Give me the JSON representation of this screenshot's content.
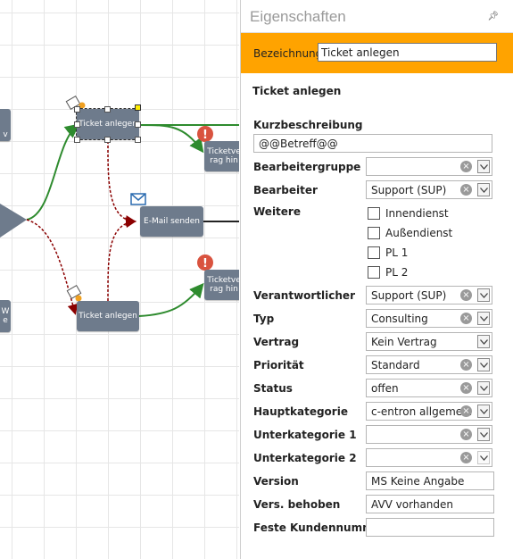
{
  "canvas": {
    "node_ticket_top": "Ticket anlegen",
    "node_email": "E-Mail senden",
    "node_ticket_bottom": "Ticket anlegen",
    "node_partial_top": [
      "Ticketve",
      "rag hin"
    ],
    "node_partial_bottom": [
      "Ticketve",
      "rag hin"
    ],
    "node_left_top": "v",
    "node_left_bottom": [
      "W",
      "e"
    ],
    "colors": {
      "node": "#6e7b8c",
      "flow_green": "#2e8b2e",
      "flow_red": "#8b0000"
    }
  },
  "panel": {
    "title": "Eigenschaften",
    "pin_icon": "pin-icon",
    "name_label": "Bezeichnung",
    "name_value": "Ticket anlegen",
    "object_title": "Ticket anlegen",
    "accent": "#ffa300",
    "kurzbeschreibung": {
      "label": "Kurzbeschreibung",
      "value": "@@Betreff@@"
    },
    "fields": [
      {
        "label": "Bearbeitergruppe",
        "value": ""
      },
      {
        "label": "Bearbeiter",
        "value": "Support (SUP)"
      }
    ],
    "weitere": {
      "label": "Weitere",
      "options": [
        "Innendienst",
        "Außendienst",
        "PL 1",
        "PL 2"
      ]
    },
    "fields2": [
      {
        "label": "Verantwortlicher",
        "value": "Support (SUP)"
      },
      {
        "label": "Typ",
        "value": "Consulting"
      },
      {
        "label": "Vertrag",
        "value": "Kein Vertrag"
      },
      {
        "label": "Priorität",
        "value": "Standard"
      },
      {
        "label": "Status",
        "value": "offen"
      },
      {
        "label": "Hauptkategorie",
        "value": "c-entron allgemein"
      },
      {
        "label": "Unterkategorie 1",
        "value": ""
      },
      {
        "label": "Unterkategorie 2",
        "value": ""
      }
    ],
    "texts": [
      {
        "label": "Version",
        "value": "MS Keine Angabe"
      },
      {
        "label": "Vers. behoben",
        "value": "AVV vorhanden"
      },
      {
        "label": "Feste Kundennummer",
        "value": ""
      }
    ]
  }
}
